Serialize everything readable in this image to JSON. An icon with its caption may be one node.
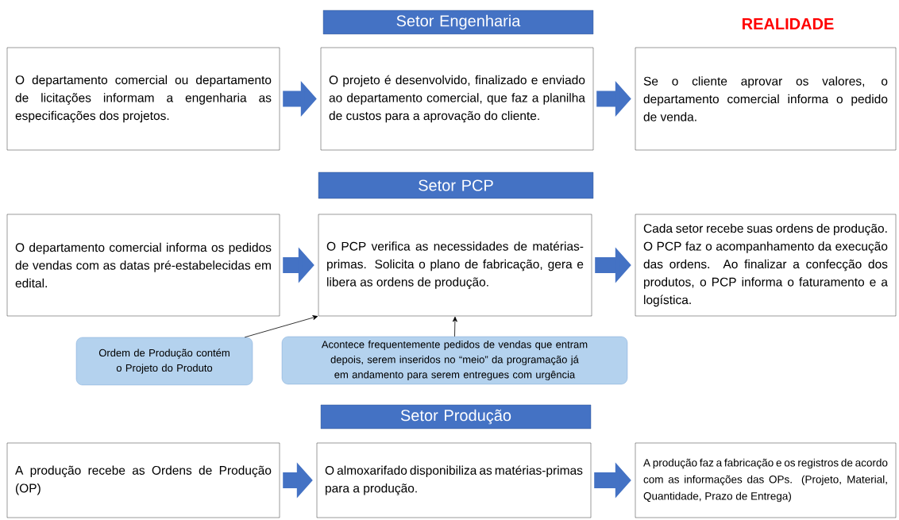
{
  "diagram": {
    "nodes": [
      {
        "text": [
          "Setor Engenharia"
        ]
      },
      {
        "text": [
          "O departamento comercial ou departamento de licitações informam a engenharia as especificações dos projetos."
        ]
      },
      {
        "text": [
          "O projeto é desenvolvido, finalizado e enviado ao departamento comercial, que faz a planilha de custos para a aprovação do cliente."
        ]
      },
      {
        "text": [
          "Se o cliente aprovar os valores, o departamento comercial informa o pedido de venda."
        ]
      },
      {
        "text": [
          "Setor PCP"
        ]
      },
      {
        "text": [
          "O departamento comercial informa os pedidos de vendas com as datas pré-estabelecidas em edital."
        ]
      },
      {
        "text": [
          "O PCP verifica as necessidades de matérias-primas. Solicita o plano de fabricação, gera e libera as ordens de produção."
        ]
      },
      {
        "text": [
          "Cada setor recebe suas ordens de produção. O PCP faz o acompanhamento da execução das ordens. Ao finalizar a confecção dos produtos, o PCP informa o faturamento e a logística."
        ]
      },
      {
        "text": [
          "Ordem de Produção contém o Projeto do Produto"
        ]
      },
      {
        "text": [
          "Acontece frequentemente pedidos de vendas que entram depois, serem inseridos no “meio” da programação já em andamento para serem entregues com urgência"
        ]
      },
      {
        "text": [
          "Setor Produção"
        ]
      },
      {
        "text": [
          "A produção recebe as Ordens de Produção (OP)"
        ]
      },
      {
        "text": [
          "O almoxarifado disponibiliza as matérias-primas para a produção."
        ]
      },
      {
        "text": [
          "A produção faz a fabricação e os registros de acordo com as informações das OPs. (Projeto, Material, Quantidade, Prazo de Entrega)"
        ]
      }
    ],
    "edges": [
      {
        "from": 1,
        "to": 2,
        "arrow": "to"
      },
      {
        "from": 2,
        "to": 3,
        "arrow": "to"
      },
      {
        "from": 5,
        "to": 6,
        "arrow": "to"
      },
      {
        "from": 6,
        "to": 7,
        "arrow": "to"
      },
      {
        "from": 8,
        "to": 6,
        "arrow": "to",
        "color": "#000000"
      },
      {
        "from": 9,
        "to": 6,
        "arrow": "to",
        "color": "#000000"
      },
      {
        "from": 11,
        "to": 12,
        "arrow": "to"
      },
      {
        "from": 12,
        "to": 13,
        "arrow": "to"
      }
    ],
    "labels": [
      "REALIDADE"
    ]
  }
}
